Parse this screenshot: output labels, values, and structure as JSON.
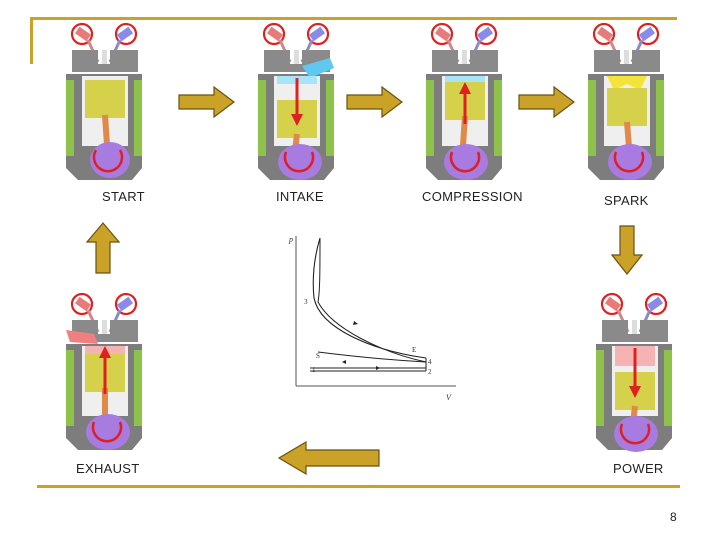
{
  "labels": {
    "start": "START",
    "intake": "INTAKE",
    "compression": "COMPRESSION",
    "spark": "SPARK",
    "exhaust": "EXHAUST",
    "power": "POWER"
  },
  "pv_diagram": {
    "y_axis_label": "p",
    "x_axis_label": "V",
    "points": [
      "3",
      "E",
      "S",
      "4",
      "1",
      "2"
    ]
  },
  "page_number": "8",
  "colors": {
    "rule": "#c9a227",
    "arrow": "#c9a227",
    "arrow_stroke": "#6b5210",
    "engine_body": "#7d7d7d",
    "cooling_fins": "#8fc24a",
    "piston": "#d6d14a",
    "crank": "#a77be0",
    "stroke_arrow": "#e02020",
    "intake_charge": "#5fc7f0",
    "spark_flame": "#f4e43a",
    "exhaust_gas": "#f08080"
  }
}
